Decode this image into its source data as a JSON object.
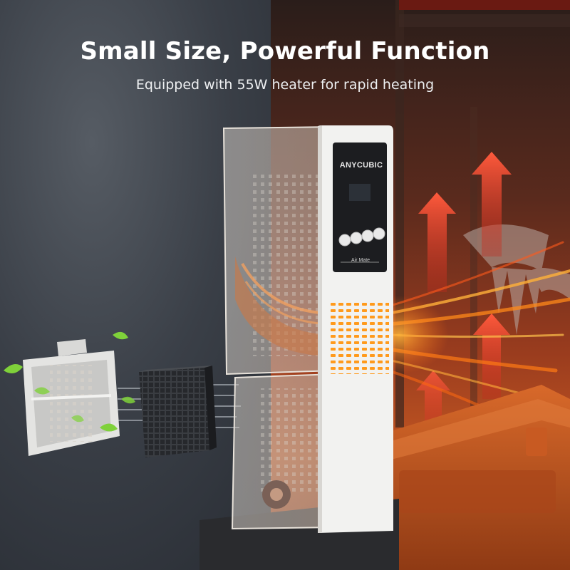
{
  "headline": {
    "title": "Small Size, Powerful Function",
    "subtitle": "Equipped with 55W heater for rapid heating"
  },
  "device": {
    "brand": "ANYCUBIC",
    "model": "Air Mate",
    "button_count": 4
  },
  "colors": {
    "heat_arrow": "#e2412a",
    "heat_glow": "#ff8a1a",
    "leaf": "#7fd13a",
    "device_body": "#f2f2f0",
    "control_panel": "#1c1d20",
    "display_screen": "#2c3138",
    "printer_tray": "#b9501c"
  },
  "icons": {
    "heat": "up-arrow-icon",
    "airflow": "leaf-icon"
  }
}
